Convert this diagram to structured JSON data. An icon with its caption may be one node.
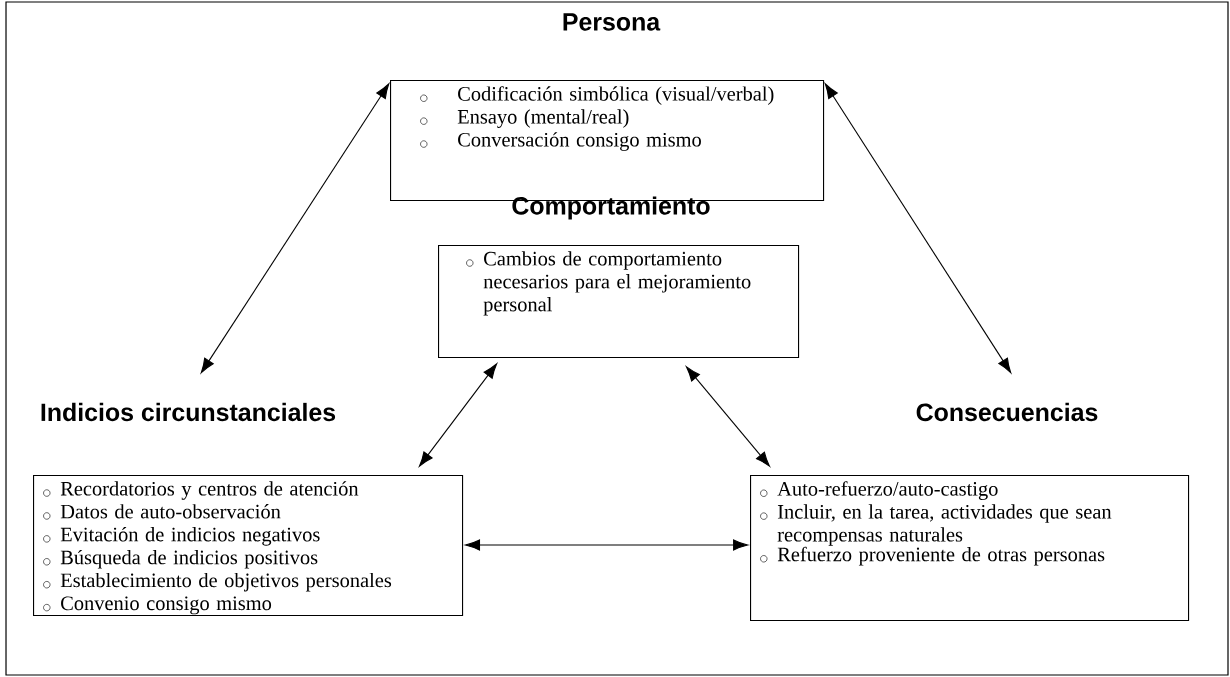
{
  "diagram": {
    "nodes": [
      {
        "text": [
          "Persona",
          "Codificación simbólica (visual/verbal)",
          "Ensayo (mental/real)",
          "Conversación consigo mismo"
        ]
      },
      {
        "text": [
          "Comportamiento",
          "Cambios de comportamiento necesarios para el mejoramiento personal"
        ]
      },
      {
        "text": [
          "Indicios circunstanciales",
          "Recordatorios y centros de atención",
          "Datos de auto-observación",
          "Evitación de indicios negativos",
          "Búsqueda de indicios positivos",
          "Establecimiento de objetivos personales",
          "Convenio consigo mismo"
        ]
      },
      {
        "text": [
          "Consecuencias",
          "Auto-refuerzo/auto-castigo",
          "Incluir, en la tarea, actividades que sean recompensas naturales",
          "Refuerzo proveniente de otras personas"
        ]
      }
    ],
    "edges": [
      {
        "from": 0,
        "to": 2,
        "arrow": "both"
      },
      {
        "from": 0,
        "to": 3,
        "arrow": "both"
      },
      {
        "from": 1,
        "to": 2,
        "arrow": "both"
      },
      {
        "from": 1,
        "to": 3,
        "arrow": "both"
      },
      {
        "from": 2,
        "to": 3,
        "arrow": "both"
      }
    ]
  }
}
